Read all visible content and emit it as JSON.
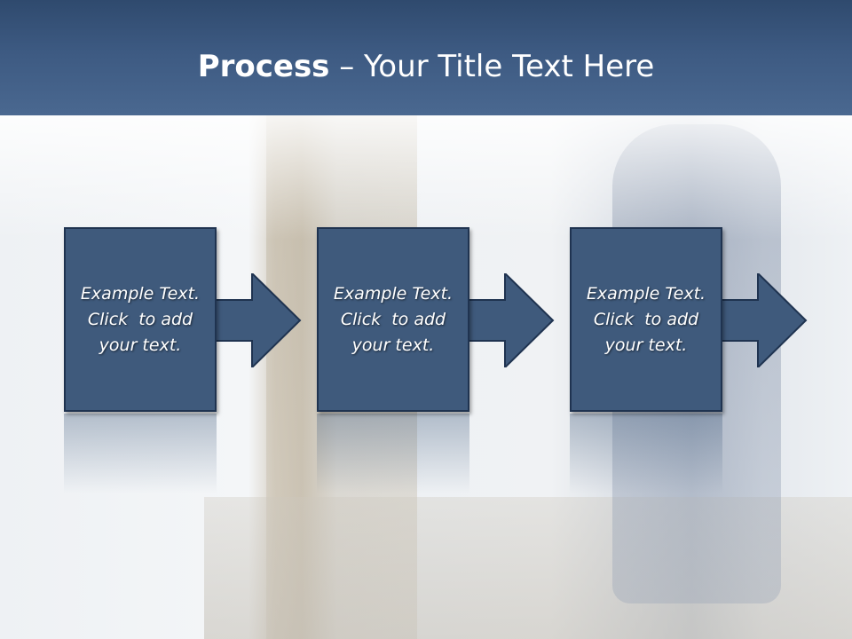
{
  "slide": {
    "title_bold": "Process",
    "title_rest": " – Your Title Text Here"
  },
  "steps": [
    {
      "line1": "Example Text.",
      "line2": "Click  to add",
      "line3": "your text."
    },
    {
      "line1": "Example Text.",
      "line2": "Click  to add",
      "line3": "your text."
    },
    {
      "line1": "Example Text.",
      "line2": "Click  to add",
      "line3": "your text."
    }
  ],
  "colors": {
    "header": "#3d5a82",
    "box_fill": "#3f5a7c",
    "box_border": "#1f3350"
  }
}
